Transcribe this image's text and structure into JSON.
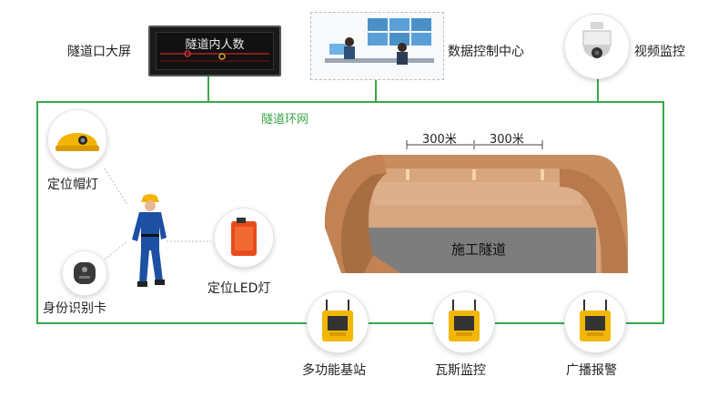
{
  "labels": {
    "tunnel_screen": "隧道口大屏",
    "screen_title": "隧道内人数",
    "data_center": "数据控制中心",
    "video": "视频监控",
    "ring_network": "隧道环网",
    "helmet_lamp": "定位帽灯",
    "id_card": "身份识别卡",
    "led_lamp": "定位LED灯",
    "construction_tunnel": "施工隧道",
    "base_station": "多功能基站",
    "gas_monitor": "瓦斯监控",
    "broadcast": "广播报警",
    "distance_1": "300米",
    "distance_2": "300米"
  },
  "colors": {
    "network_line": "#3aa84a",
    "tunnel_arch": "#c9895a",
    "tunnel_floor": "#7a7a7a",
    "device_yellow": "#f2b705"
  },
  "icons": {
    "helmet": "helmet-lamp-icon",
    "card": "id-card-icon",
    "led": "led-lamp-icon",
    "camera": "dome-camera-icon",
    "worker": "worker-icon",
    "station": "base-station-icon"
  }
}
